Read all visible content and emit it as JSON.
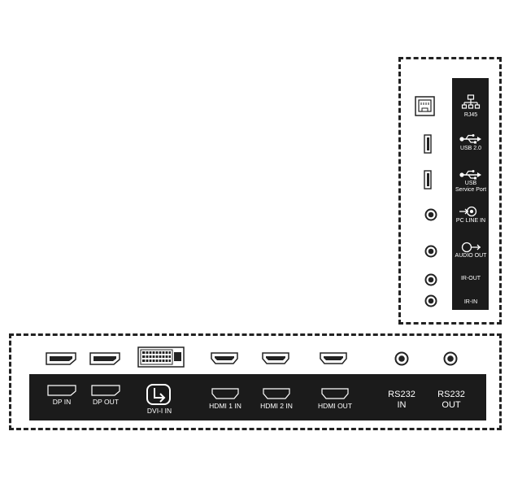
{
  "side_panel": {
    "ports": [
      {
        "id": "rj45",
        "label": "RJ45",
        "icon": "network-icon"
      },
      {
        "id": "usb2",
        "label": "USB 2.0",
        "icon": "usb-icon"
      },
      {
        "id": "usb-service",
        "label": "USB\nService Port",
        "icon": "usb-icon"
      },
      {
        "id": "pc-line-in",
        "label": "PC LINE IN",
        "icon": "audio-in-icon"
      },
      {
        "id": "audio-out",
        "label": "AUDIO OUT",
        "icon": "audio-out-icon"
      },
      {
        "id": "ir-out",
        "label": "IR-OUT",
        "icon": ""
      },
      {
        "id": "ir-in",
        "label": "IR-IN",
        "icon": ""
      }
    ]
  },
  "bottom_panel": {
    "ports": [
      {
        "id": "dp-in",
        "label": "DP IN",
        "icon": "displayport-icon"
      },
      {
        "id": "dp-out",
        "label": "DP OUT",
        "icon": "displayport-icon"
      },
      {
        "id": "dvi-i-in",
        "label": "DVI-I IN",
        "icon": "dvi-icon"
      },
      {
        "id": "hdmi1-in",
        "label": "HDMI 1 IN",
        "icon": "hdmi-icon"
      },
      {
        "id": "hdmi2-in",
        "label": "HDMI 2 IN",
        "icon": "hdmi-icon"
      },
      {
        "id": "hdmi-out",
        "label": "HDMI OUT",
        "icon": "hdmi-icon"
      },
      {
        "id": "rs232-in",
        "label": "RS232\nIN",
        "icon": ""
      },
      {
        "id": "rs232-out",
        "label": "RS232\nOUT",
        "icon": ""
      }
    ]
  },
  "colors": {
    "panel": "#1b1b1b",
    "line": "#222222",
    "text": "#ffffff"
  }
}
